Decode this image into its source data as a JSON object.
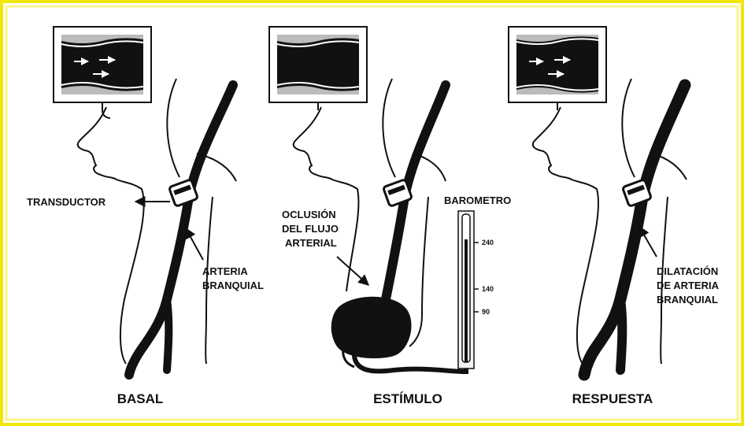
{
  "colors": {
    "border_outer": "#f2e60a",
    "border_inner": "#fbf48a",
    "ink": "#111111",
    "background": "#ffffff"
  },
  "panels": [
    {
      "caption": "BASAL"
    },
    {
      "caption": "ESTÍMULO"
    },
    {
      "caption": "RESPUESTA"
    }
  ],
  "labels": {
    "transductor": "TRANSDUCTOR",
    "arteria_line1": "ARTERIA",
    "arteria_line2": "BRANQUIAL",
    "oclusion_line1": "OCLUSIÓN",
    "oclusion_line2": "DEL FLUJO",
    "oclusion_line3": "ARTERIAL",
    "barometro": "BAROMETRO",
    "dilatacion_line1": "DILATACIÓN",
    "dilatacion_line2": "DE ARTERIA",
    "dilatacion_line3": "BRANQUIAL"
  },
  "barometer": {
    "ticks": [
      "240",
      "140",
      "90"
    ]
  }
}
